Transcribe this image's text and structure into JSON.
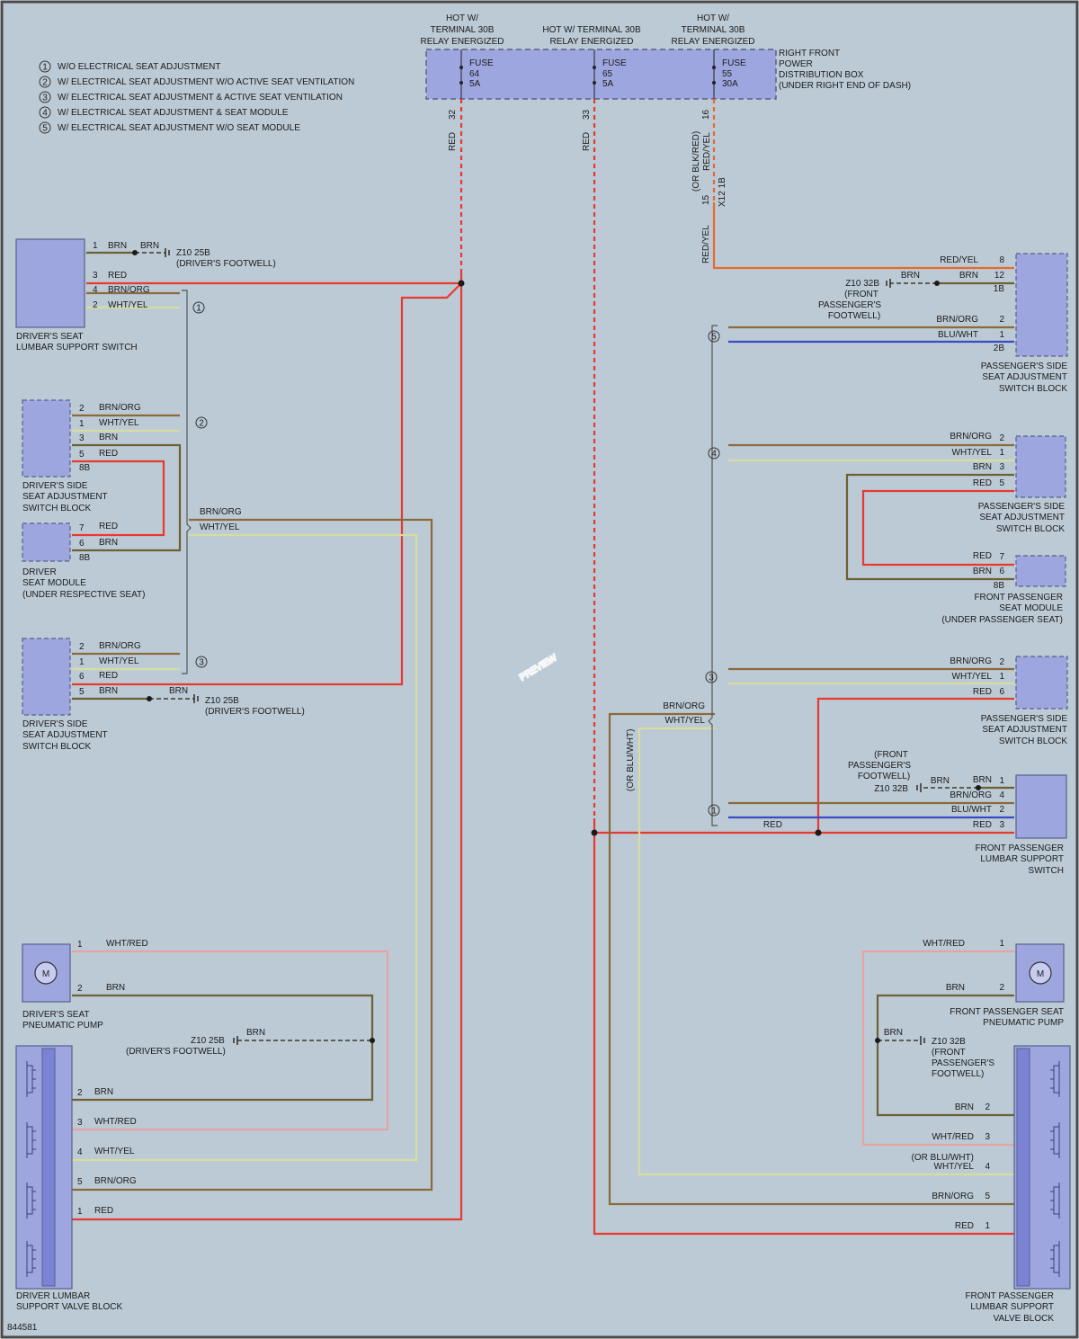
{
  "colors": {
    "background": "#bccad5",
    "border": "#4a4a4a",
    "component_fill": "#9ea6df",
    "component_stroke": "#5a5f8a",
    "RED": "#e8392e",
    "BRN": "#6e6034",
    "BRN_ORG": "#8a6a3a",
    "WHT_YEL": "#d7dca0",
    "WHT_RED": "#e6a3a3",
    "BLU_WHT": "#3b48c8",
    "RED_YEL": "#e8692e",
    "ground": "#3d3d2a"
  },
  "legend": [
    {
      "num": "1",
      "text": "W/O ELECTRICAL SEAT ADJUSTMENT"
    },
    {
      "num": "2",
      "text": "W/ ELECTRICAL SEAT ADJUSTMENT W/O ACTIVE SEAT VENTILATION"
    },
    {
      "num": "3",
      "text": "W/ ELECTRICAL SEAT ADJUSTMENT & ACTIVE SEAT VENTILATION"
    },
    {
      "num": "4",
      "text": "W/ ELECTRICAL SEAT ADJUSTMENT & SEAT MODULE"
    },
    {
      "num": "5",
      "text": "W/ ELECTRICAL SEAT ADJUSTMENT W/O SEAT MODULE"
    }
  ],
  "fuse_box": {
    "headers": [
      [
        "HOT W/",
        "TERMINAL 30B",
        "RELAY ENERGIZED"
      ],
      [
        "HOT W/ TERMINAL 30B",
        "RELAY ENERGIZED"
      ],
      [
        "HOT W/",
        "TERMINAL 30B",
        "RELAY ENERGIZED"
      ]
    ],
    "fuses": [
      {
        "lines": [
          "FUSE",
          "64",
          "5A"
        ],
        "pin": "32",
        "wire": "RED"
      },
      {
        "lines": [
          "FUSE",
          "65",
          "5A"
        ],
        "pin": "33",
        "wire": "RED"
      },
      {
        "lines": [
          "FUSE",
          "55",
          "30A"
        ],
        "pin": "16",
        "wire": "RED/YEL"
      }
    ],
    "name": [
      "RIGHT FRONT",
      "POWER",
      "DISTRIBUTION BOX",
      "(UNDER RIGHT END OF DASH)"
    ],
    "alt_wire": "(OR BLK/RED)",
    "connector_pin": "15",
    "connector": "X12 1B",
    "below_wire": "RED/YEL"
  },
  "common_labels": {
    "brn": "BRN",
    "red": "RED",
    "brn_org": "BRN/ORG",
    "wht_yel": "WHT/YEL",
    "wht_red": "WHT/RED",
    "blu_wht": "BLU/WHT",
    "red_yel": "RED/YEL",
    "or_blu_wht": "(OR BLU/WHT)",
    "motor": "M"
  },
  "grounds": {
    "drivers": [
      "Z10 25B",
      "(DRIVER'S FOOTWELL)"
    ],
    "drivers_pump": [
      "Z10 25B",
      "(DRIVER'S FOOTWELL)"
    ],
    "pass_top": [
      "Z10 32B",
      "(FRONT",
      "PASSENGER'S",
      "FOOTWELL)"
    ],
    "pass_lumbar": [
      "(FRONT",
      "PASSENGER'S",
      "FOOTWELL)",
      "Z10 32B"
    ],
    "pass_pump": [
      "Z10 32B",
      "(FRONT",
      "PASSENGER'S",
      "FOOTWELL)"
    ]
  },
  "components": {
    "drv_lumbar_switch": [
      "DRIVER'S SEAT",
      "LUMBAR SUPPORT SWITCH"
    ],
    "drv_adj_block_2": [
      "DRIVER'S SIDE",
      "SEAT ADJUSTMENT",
      "SWITCH BLOCK"
    ],
    "drv_seat_module": [
      "DRIVER",
      "SEAT MODULE",
      "(UNDER RESPECTIVE SEAT)"
    ],
    "drv_adj_block_3": [
      "DRIVER'S SIDE",
      "SEAT ADJUSTMENT",
      "SWITCH BLOCK"
    ],
    "drv_pump": [
      "DRIVER'S SEAT",
      "PNEUMATIC PUMP"
    ],
    "drv_valve_block": [
      "DRIVER LUMBAR",
      "SUPPORT VALVE BLOCK"
    ],
    "pass_adj_block_5": [
      "PASSENGER'S SIDE",
      "SEAT ADJUSTMENT",
      "SWITCH BLOCK"
    ],
    "pass_adj_block_4": [
      "PASSENGER'S SIDE",
      "SEAT ADJUSTMENT",
      "SWITCH BLOCK"
    ],
    "pass_seat_module": [
      "FRONT PASSENGER",
      "SEAT MODULE",
      "(UNDER PASSENGER SEAT)"
    ],
    "pass_adj_block_3": [
      "PASSENGER'S SIDE",
      "SEAT ADJUSTMENT",
      "SWITCH BLOCK"
    ],
    "pass_lumbar_switch": [
      "FRONT PASSENGER",
      "LUMBAR SUPPORT",
      "SWITCH"
    ],
    "pass_pump": [
      "FRONT PASSENGER SEAT",
      "PNEUMATIC PUMP"
    ],
    "pass_valve_block": [
      "FRONT PASSENGER",
      "LUMBAR SUPPORT",
      "VALVE BLOCK"
    ]
  },
  "pins": {
    "dls": [
      "1",
      "3",
      "4",
      "2"
    ],
    "dab2": [
      "2",
      "1",
      "3",
      "5",
      "8B"
    ],
    "dsm": [
      "7",
      "6",
      "8B"
    ],
    "dab3": [
      "2",
      "1",
      "6",
      "5"
    ],
    "dpump": [
      "1",
      "2"
    ],
    "dvalve": [
      "2",
      "3",
      "4",
      "5",
      "1"
    ],
    "pab5": [
      "8",
      "12",
      "1B",
      "2",
      "1",
      "2B"
    ],
    "pab4": [
      "2",
      "1",
      "3",
      "5"
    ],
    "psm": [
      "7",
      "6",
      "8B"
    ],
    "pab3": [
      "2",
      "1",
      "6"
    ],
    "pls": [
      "1",
      "4",
      "2",
      "3"
    ],
    "ppump": [
      "1",
      "2"
    ],
    "pvalve": [
      "2",
      "3",
      "4",
      "5",
      "1"
    ]
  },
  "branch_markers": {
    "left": [
      "1",
      "2",
      "3"
    ],
    "right": [
      "5",
      "4",
      "3",
      "1"
    ]
  },
  "watermark": "PREVIEW",
  "figure_number": "844581"
}
